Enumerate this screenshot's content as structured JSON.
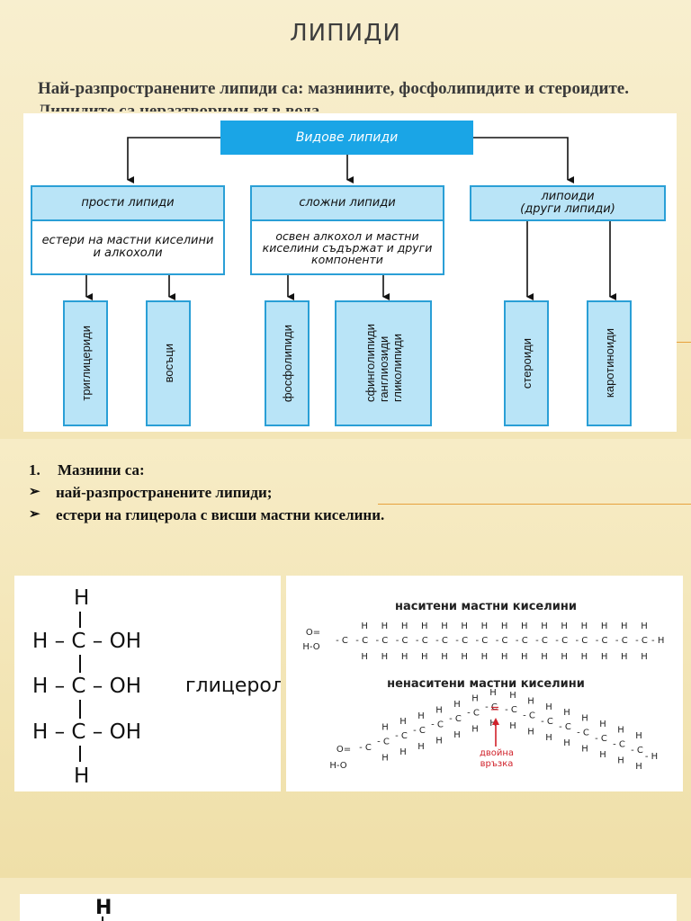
{
  "slide": {
    "title": "ЛИПИДИ",
    "intro": "Най-разпространените липиди са: мазнините, фосфолипидите и стероидите. Липидите са неразтворими във вода."
  },
  "classification": {
    "root": "Видове липиди",
    "simple": {
      "title": "прости липиди",
      "desc": "естери на мастни киселини и алкохоли",
      "children": [
        "триглицериди",
        "восъци"
      ]
    },
    "complex": {
      "title": "сложни липиди",
      "desc": "освен алкохол и мастни киселини съдържат и други компоненти",
      "children": [
        "фосфолипиди",
        "сфинголипиди\nганглиозиди\nгликолипиди"
      ]
    },
    "lipoids": {
      "title": "липоиди\n(други липиди)",
      "children": [
        "стероиди",
        "каротиноиди"
      ]
    }
  },
  "fats": {
    "heading": "Мазнини са:",
    "number": "1.",
    "bullet_symbol": "➢",
    "points": [
      "най-разпространените липиди;",
      "естери на глицерола с висши мастни киселини."
    ]
  },
  "glycerol": {
    "label": "глицерол",
    "h": "H",
    "rows": [
      "H – C – OH",
      "H – C – OH",
      "H – C – OH"
    ]
  },
  "fatty_acids": {
    "saturated_title": "наситени мастни киселини",
    "unsaturated_title": "ненаситени мастни киселини",
    "double_bond_label": "двойна\nвръзка",
    "double_bond_symbol": "=",
    "atom_c": "C",
    "atom_h": "H",
    "atom_o": "O",
    "group_ho": "H-O",
    "accent_color": "#d0222b"
  },
  "colors": {
    "box_border": "#2a9fd6",
    "box_fill": "#b9e4f7",
    "root_fill": "#1aa5e6",
    "rule": "#e7a13c"
  }
}
